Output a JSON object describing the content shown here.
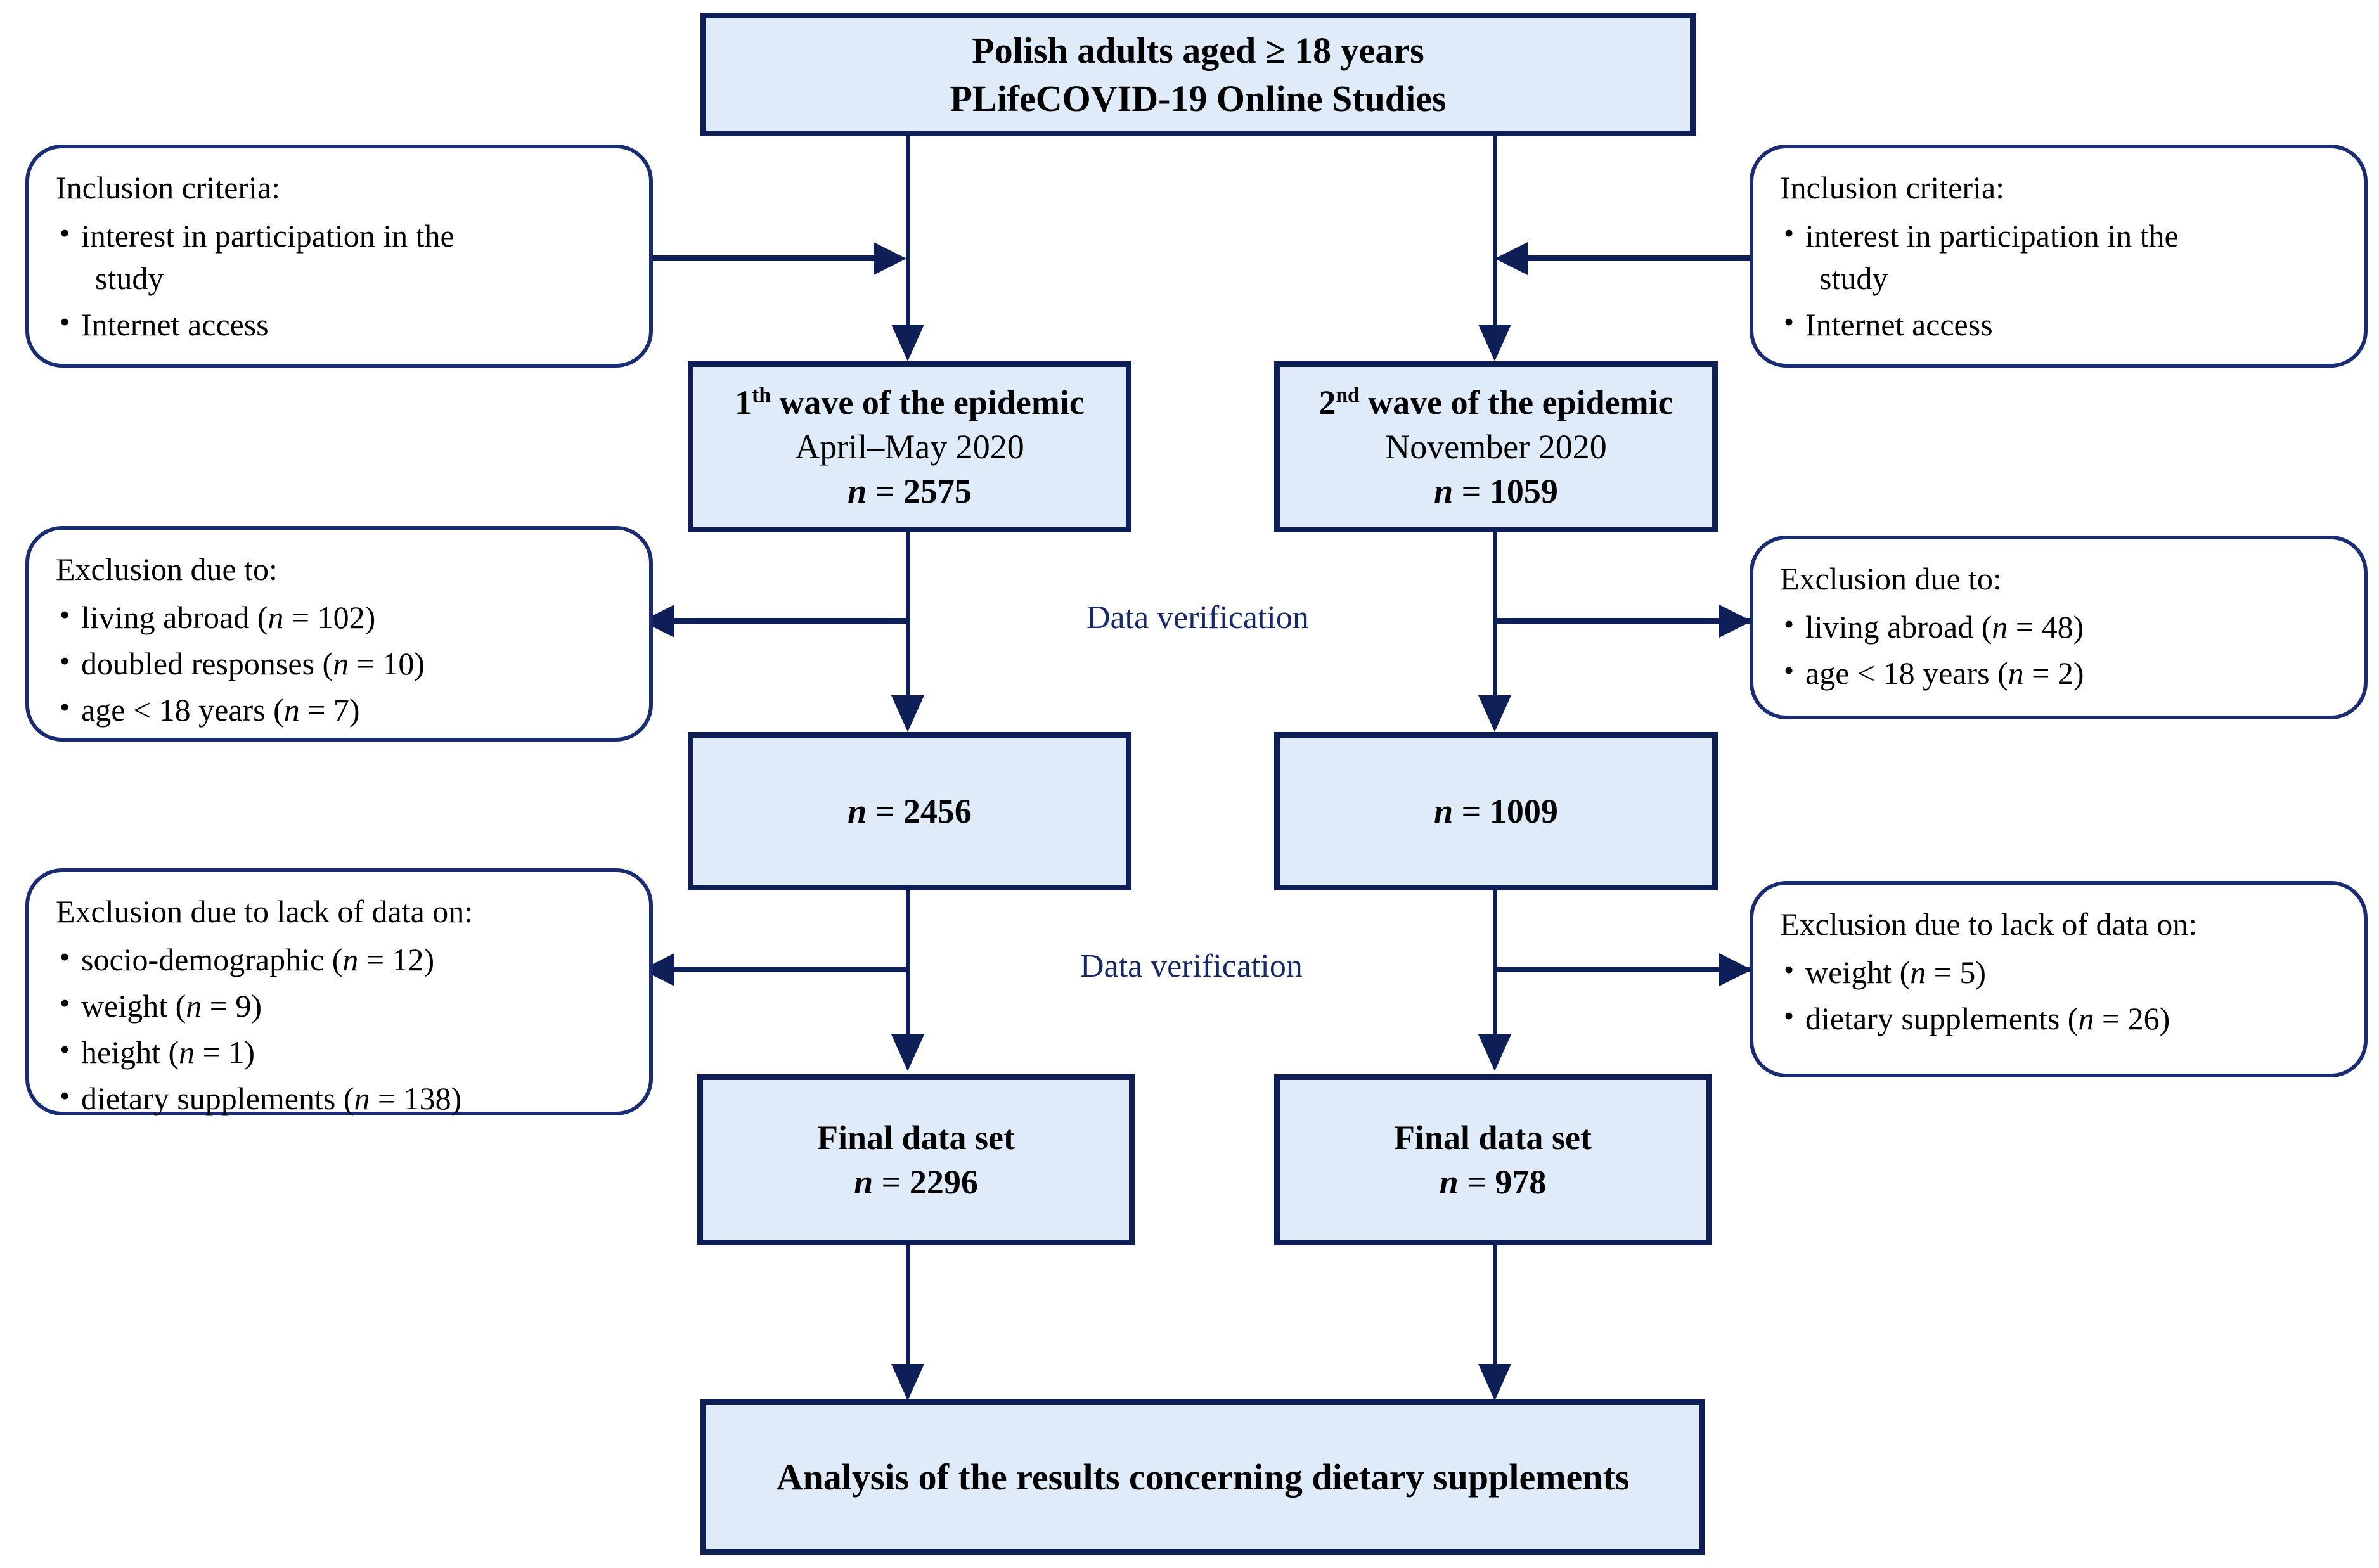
{
  "diagram": {
    "title": "PLifeCOVID-19 study participant flow diagram",
    "colors": {
      "box_fill": "#dfebf8",
      "box_border": "#0d1f56",
      "criteria_border": "#1a2d72",
      "label_text": "#16276b",
      "page_background": "#ffffff"
    },
    "top_box": {
      "line1": "Polish adults aged ≥ 18 years",
      "line2": "PLifeCOVID-19 Online Studies"
    },
    "inclusion_left": {
      "title": "Inclusion criteria:",
      "items": [
        "interest in participation in the study",
        "Internet access"
      ]
    },
    "inclusion_right": {
      "title": "Inclusion criteria:",
      "items": [
        "interest in participation in the study",
        "Internet access"
      ]
    },
    "wave1": {
      "ordinal_number": "1",
      "ordinal_suffix": "th",
      "heading_rest": " wave of the epidemic",
      "period": "April–May 2020",
      "n_prefix": "n",
      "n_value": " = 2575"
    },
    "wave2": {
      "ordinal_number": "2",
      "ordinal_suffix": "nd",
      "heading_rest": " wave of the epidemic",
      "period": "November 2020",
      "n_prefix": "n",
      "n_value": " = 1059"
    },
    "verification_label_1": "Data verification",
    "verification_label_2": "Data verification",
    "exclusion_left_1": {
      "title": "Exclusion due to:",
      "items": [
        {
          "text": "living abroad (",
          "stat": "n",
          "tail": " = 102)"
        },
        {
          "text": "doubled responses (",
          "stat": "n",
          "tail": " = 10)"
        },
        {
          "text": "age < 18 years (",
          "stat": "n",
          "tail": " = 7)"
        }
      ]
    },
    "exclusion_right_1": {
      "title": "Exclusion due to:",
      "items": [
        {
          "text": "living abroad (",
          "stat": "n",
          "tail": " = 48)"
        },
        {
          "text": "age < 18 years (",
          "stat": "n",
          "tail": " = 2)"
        }
      ]
    },
    "mid_left": {
      "n_prefix": "n",
      "n_value": " = 2456"
    },
    "mid_right": {
      "n_prefix": "n",
      "n_value": " = 1009"
    },
    "exclusion_left_2": {
      "title": "Exclusion due to lack of data on:",
      "items": [
        {
          "text": "socio-demographic (",
          "stat": "n",
          "tail": " = 12)"
        },
        {
          "text": "weight (",
          "stat": "n",
          "tail": " = 9)"
        },
        {
          "text": "height (",
          "stat": "n",
          "tail": " = 1)"
        },
        {
          "text": "dietary supplements (",
          "stat": "n",
          "tail": " = 138)"
        }
      ]
    },
    "exclusion_right_2": {
      "title": "Exclusion due to lack of data on:",
      "items": [
        {
          "text": "weight (",
          "stat": "n",
          "tail": " = 5)"
        },
        {
          "text": "dietary supplements (",
          "stat": "n",
          "tail": " = 26)"
        }
      ]
    },
    "final_left": {
      "heading": "Final data set",
      "n_prefix": "n",
      "n_value": " = 2296"
    },
    "final_right": {
      "heading": "Final data set",
      "n_prefix": "n",
      "n_value": " = 978"
    },
    "bottom_box": {
      "text": "Analysis of the results concerning dietary supplements"
    }
  }
}
